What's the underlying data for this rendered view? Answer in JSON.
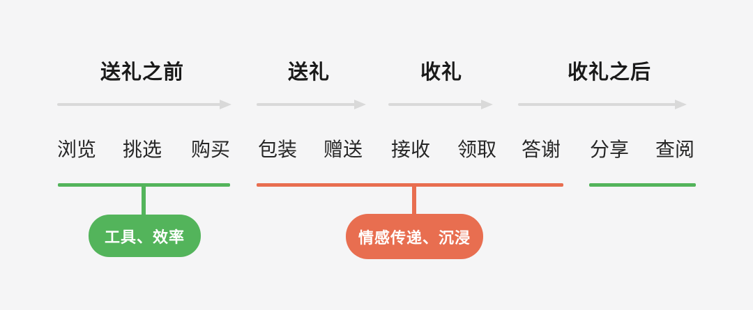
{
  "diagram": {
    "title_meaning": "gift-giving journey phases",
    "phases": [
      {
        "label": "送礼之前",
        "steps": [
          {
            "label": "浏览"
          },
          {
            "label": "挑选"
          },
          {
            "label": "购买"
          }
        ]
      },
      {
        "label": "送礼",
        "steps": [
          {
            "label": "包装"
          },
          {
            "label": "赠送"
          }
        ]
      },
      {
        "label": "收礼",
        "steps": [
          {
            "label": "接收"
          },
          {
            "label": "领取"
          }
        ]
      },
      {
        "label": "收礼之后",
        "steps": [
          {
            "label": "答谢"
          },
          {
            "label": "分享"
          },
          {
            "label": "查阅"
          }
        ]
      }
    ],
    "badges": [
      {
        "label": "工具、效率",
        "color": "#53b45b"
      },
      {
        "label": "情感传递、沉浸",
        "color": "#e86e50"
      }
    ],
    "underlines": [
      {
        "color": "#53b45b"
      },
      {
        "color": "#e86e50"
      },
      {
        "color": "#53b45b"
      }
    ],
    "colors": {
      "green": "#53b45b",
      "coral": "#e86e50",
      "arrow_gray": "#d9d9d9",
      "text": "#1a1a1a",
      "background": "#f5f5f6"
    }
  }
}
